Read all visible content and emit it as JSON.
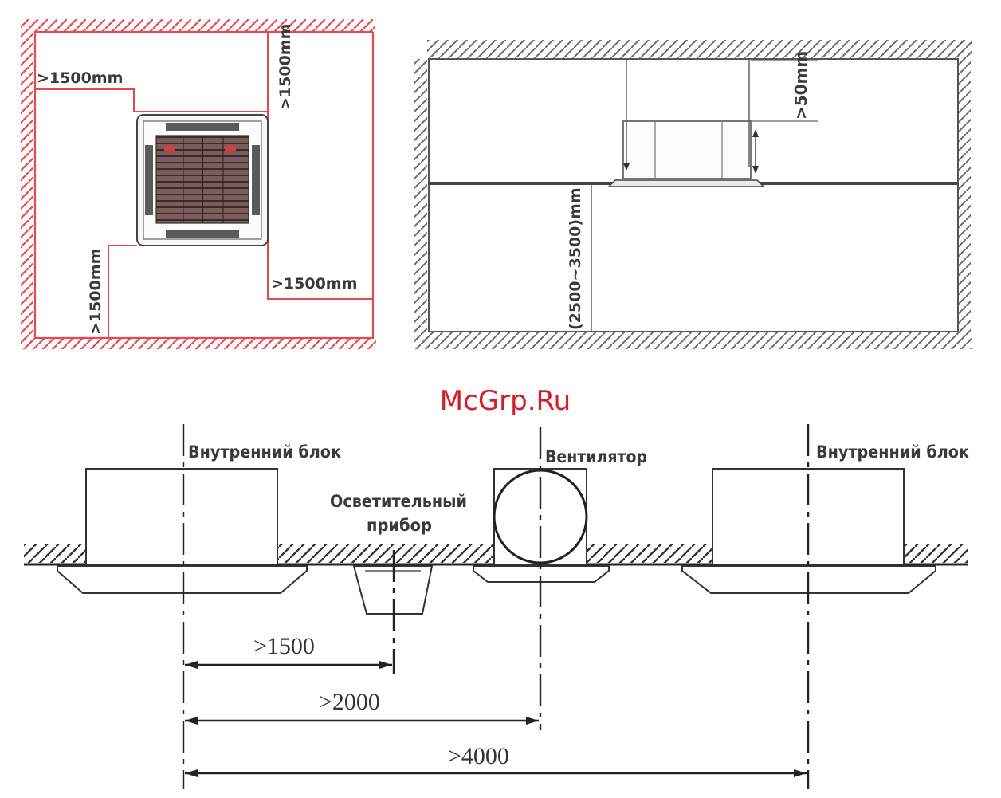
{
  "colors": {
    "red": "#e0303a",
    "red_line": "#e64a50",
    "ink": "#3a3a3a",
    "line": "#555555",
    "watermark": "#d11f2b"
  },
  "plan": {
    "top_label": ">1500mm",
    "left_label": ">1500mm",
    "bottom_left_label": ">1500mm",
    "right_label": ">1500mm"
  },
  "section": {
    "top_gap_label": ">50mm",
    "height_label": "(2500~3500)mm"
  },
  "watermark": "McGrp.Ru",
  "spacing": {
    "indoor_unit_left": "Внутренний блок",
    "fan": "Вентилятор",
    "lamp_line1": "Осветительный",
    "lamp_line2": "прибор",
    "indoor_unit_right": "Внутренний блок",
    "dim_1500": ">1500",
    "dim_2000": ">2000",
    "dim_4000": ">4000"
  }
}
